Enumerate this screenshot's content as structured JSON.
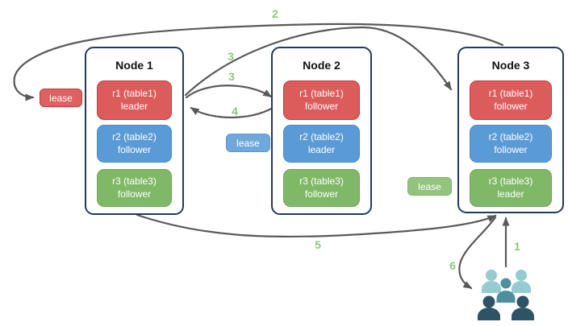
{
  "nodes": [
    {
      "title": "Node 1",
      "replicas": [
        {
          "name": "r1 (table1)",
          "role": "leader",
          "color": "red"
        },
        {
          "name": "r2 (table2)",
          "role": "follower",
          "color": "blue"
        },
        {
          "name": "r3 (table3)",
          "role": "follower",
          "color": "green"
        }
      ]
    },
    {
      "title": "Node 2",
      "replicas": [
        {
          "name": "r1 (table1)",
          "role": "follower",
          "color": "red"
        },
        {
          "name": "r2 (table2)",
          "role": "leader",
          "color": "blue"
        },
        {
          "name": "r3 (table3)",
          "role": "follower",
          "color": "green"
        }
      ]
    },
    {
      "title": "Node 3",
      "replicas": [
        {
          "name": "r1 (table1)",
          "role": "follower",
          "color": "red"
        },
        {
          "name": "r2 (table2)",
          "role": "follower",
          "color": "blue"
        },
        {
          "name": "r3 (table3)",
          "role": "leader",
          "color": "green"
        }
      ]
    }
  ],
  "leases": [
    {
      "label": "lease",
      "color": "red"
    },
    {
      "label": "lease",
      "color": "blue"
    },
    {
      "label": "lease",
      "color": "green"
    }
  ],
  "steps": [
    {
      "label": "1"
    },
    {
      "label": "2"
    },
    {
      "label": "3"
    },
    {
      "label": "3"
    },
    {
      "label": "4"
    },
    {
      "label": "5"
    },
    {
      "label": "6"
    }
  ],
  "icons": {
    "users": "users-icon"
  },
  "palette": {
    "node_border": "#25395f",
    "replica_red": "#dc5b5b",
    "replica_blue": "#5b9bd5",
    "replica_green": "#7fb968",
    "lease_red": "#e06161",
    "lease_blue": "#6fa8dc",
    "lease_green": "#93c47d",
    "step_label": "#90c47e",
    "arrow": "#595959",
    "users_light_teal": "#94ccd1",
    "users_mid_teal": "#4e8f9e",
    "users_dark_teal": "#2d5466"
  }
}
